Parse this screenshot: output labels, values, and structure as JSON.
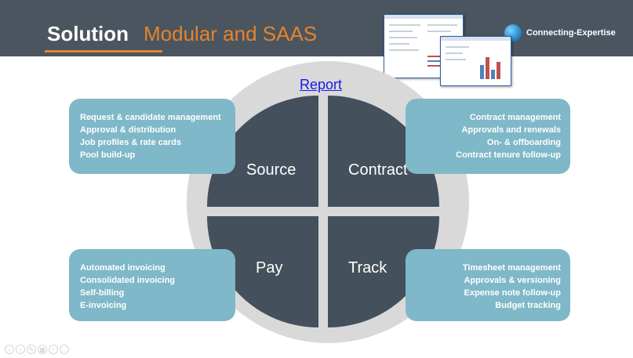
{
  "header": {
    "title": "Solution",
    "subtitle": "Modular and SAAS",
    "brand_name": "Connecting-Expertise",
    "brand_logo_icon": "globe-logo-icon"
  },
  "report_link": "Report",
  "quadrants": {
    "source": "Source",
    "contract": "Contract",
    "pay": "Pay",
    "track": "Track"
  },
  "cards": {
    "source": [
      "Request & candidate management",
      "Approval & distribution",
      "Job profiles & rate cards",
      "Pool build-up"
    ],
    "contract": [
      "Contract management",
      "Approvals and renewals",
      "On- & offboarding",
      "Contract tenure follow-up"
    ],
    "pay": [
      "Automated invoicing",
      "Consolidated invoicing",
      "Self-billing",
      "E-invoicing"
    ],
    "track": [
      "Timesheet management",
      "Approvals & versioning",
      "Expense note follow-up",
      "Budget tracking"
    ]
  },
  "slide_controls": [
    {
      "icon": "previous-icon",
      "glyph": "‹"
    },
    {
      "icon": "next-icon",
      "glyph": "›"
    },
    {
      "icon": "pen-icon",
      "glyph": "✎"
    },
    {
      "icon": "slides-icon",
      "glyph": "▦"
    },
    {
      "icon": "zoom-icon",
      "glyph": "⌕"
    },
    {
      "icon": "more-icon",
      "glyph": "…"
    }
  ],
  "colors": {
    "header_bg": "#4a5560",
    "accent": "#e8832a",
    "quadrant": "#44505c",
    "card": "#7fb8c8",
    "ring": "#d9d9d9",
    "link": "#1a1ae6"
  }
}
